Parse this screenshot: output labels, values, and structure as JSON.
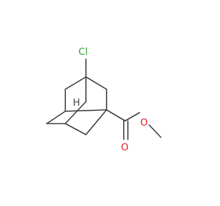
{
  "molecule": {
    "atoms": {
      "chlorine": {
        "label": "Cl",
        "color": "#33aa33"
      },
      "hydrogen": {
        "label": "H",
        "color": "#444444"
      },
      "oxygen_ester": {
        "label": "O",
        "color": "#e02020"
      },
      "oxygen_carbonyl": {
        "label": "O",
        "color": "#e02020"
      }
    },
    "bond_color": "#3a3a3a"
  }
}
